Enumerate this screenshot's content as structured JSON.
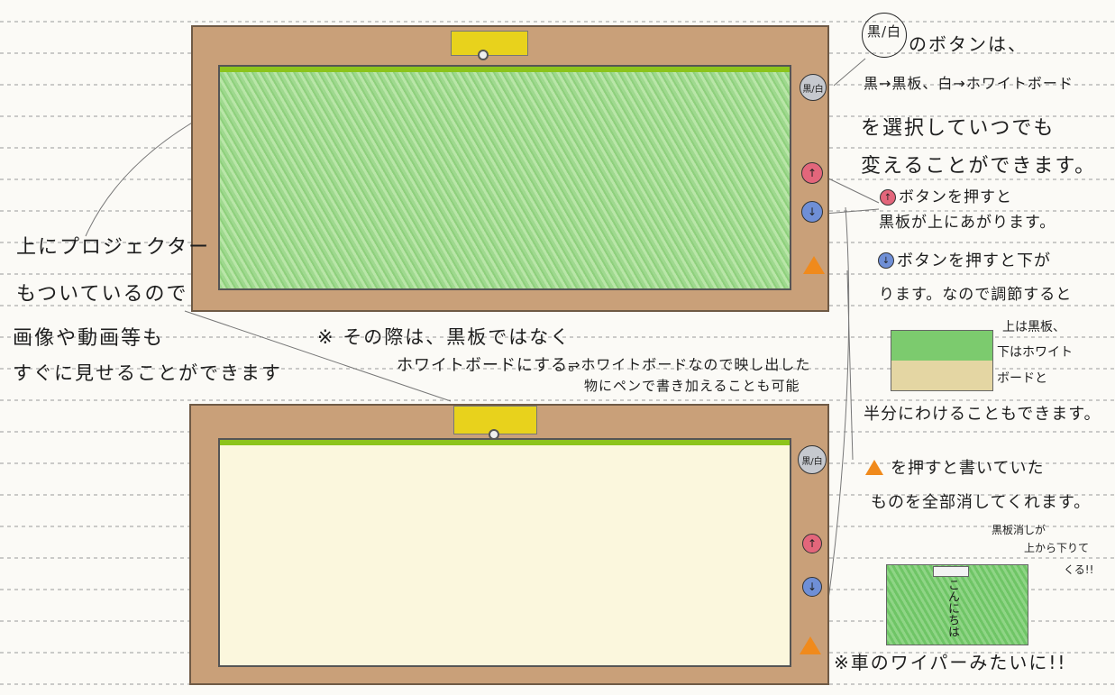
{
  "projector_note": [
    "上にプロジェクター",
    "もついているので",
    "画像や動画等も",
    "すぐに見せることができます"
  ],
  "note_middle": [
    "※ その際は、黒板ではなく",
    "ホワイトボードにする。",
    "⇒ホワイトボードなので映し出した",
    "物にペンで書き加えることも可能"
  ],
  "button_bw_label": "黒/白",
  "bw_note": [
    "黒/白",
    "のボタンは、",
    "黒→黒板、白→ホワイトボード",
    "を選択していつでも",
    "変えることができます。"
  ],
  "up_note": [
    "ボタンを押すと",
    "黒板が上にあがります。"
  ],
  "down_note": [
    "ボタンを押すと下が",
    "ります。なので調節すると"
  ],
  "split_note": [
    "上は黒板、",
    "下はホワイト",
    "ボードと",
    "半分にわけることもできます。"
  ],
  "erase_note": [
    "を押すと書いていた",
    "ものを全部消してくれます。"
  ],
  "eraser_note": [
    "黒板消しが",
    "上から下りて",
    "くる!!"
  ],
  "eraser_text": "こんにちは",
  "wiper_note": "※車のワイパーみたいに!!",
  "colors": {
    "frame": "#c9a079",
    "green_board": "#a8dd96",
    "white_board": "#fbf7dd",
    "tray": "#8cc41c",
    "projector": "#e8d21c",
    "up_button": "#e3667b",
    "down_button": "#6f8fd6",
    "erase_triangle": "#f08a1c"
  },
  "icons": {
    "up": "up-arrow-icon",
    "down": "down-arrow-icon",
    "erase": "orange-triangle-icon"
  }
}
